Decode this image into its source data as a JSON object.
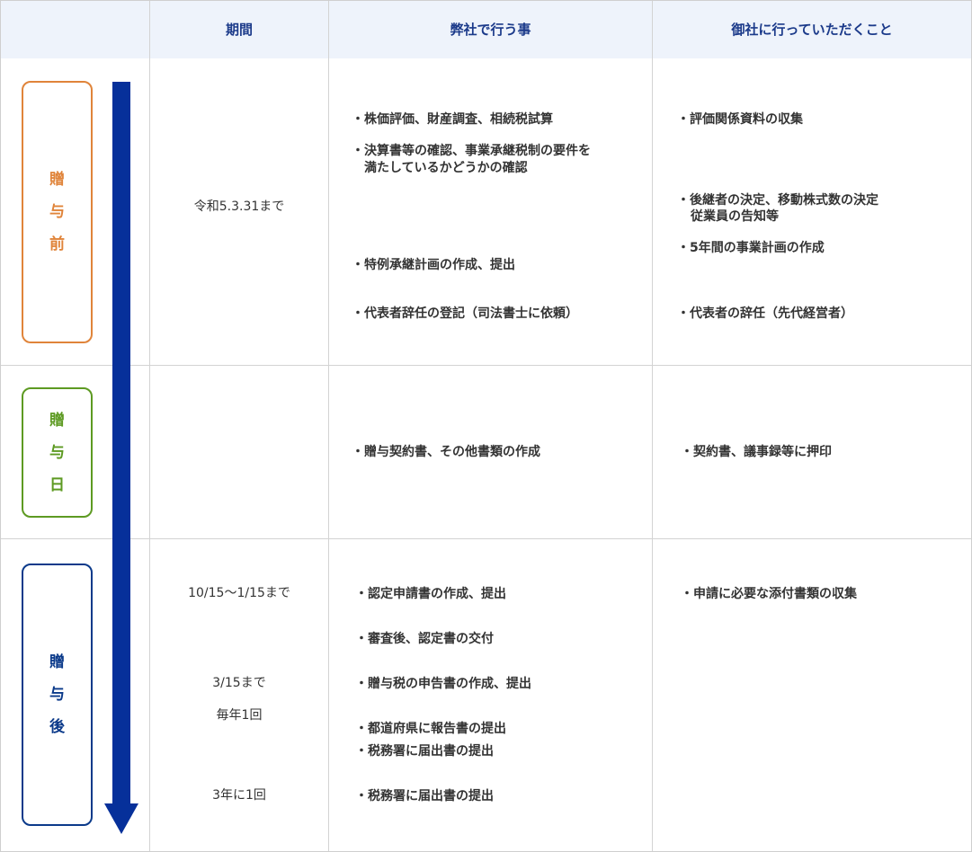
{
  "header": {
    "period": "期間",
    "ours": "弊社で行う事",
    "yours": "御社に行っていただくこと"
  },
  "phases": {
    "before": {
      "chars": [
        "贈",
        "与",
        "前"
      ],
      "color": "#e0843a"
    },
    "day": {
      "chars": [
        "贈",
        "与",
        "日"
      ],
      "color": "#5d9a22"
    },
    "after": {
      "chars": [
        "贈",
        "与",
        "後"
      ],
      "color": "#0b3a8a"
    }
  },
  "arrow_color": "#06309a",
  "before": {
    "period": "令和5.3.31まで",
    "ours": [
      "・株価評価、財産調査、相続税試算",
      "・決算書等の確認、事業承継税制の要件を",
      "満たしているかどうかの確認",
      "・特例承継計画の作成、提出",
      "・代表者辞任の登記（司法書士に依頼）"
    ],
    "yours": [
      "・評価関係資料の収集",
      "・後継者の決定、移動株式数の決定",
      "従業員の告知等",
      "・5年間の事業計画の作成",
      "・代表者の辞任（先代経営者）"
    ]
  },
  "day": {
    "ours": [
      "・贈与契約書、その他書類の作成"
    ],
    "yours": [
      "・契約書、議事録等に押印"
    ]
  },
  "after": {
    "periods": [
      "10/15～1/15まで",
      "3/15まで",
      "毎年1回",
      "3年に1回"
    ],
    "ours": [
      "・認定申請書の作成、提出",
      "・審査後、認定書の交付",
      "・贈与税の申告書の作成、提出",
      "・都道府県に報告書の提出",
      "・税務署に届出書の提出",
      "・税務署に届出書の提出"
    ],
    "yours": [
      "・申請に必要な添付書類の収集"
    ]
  }
}
